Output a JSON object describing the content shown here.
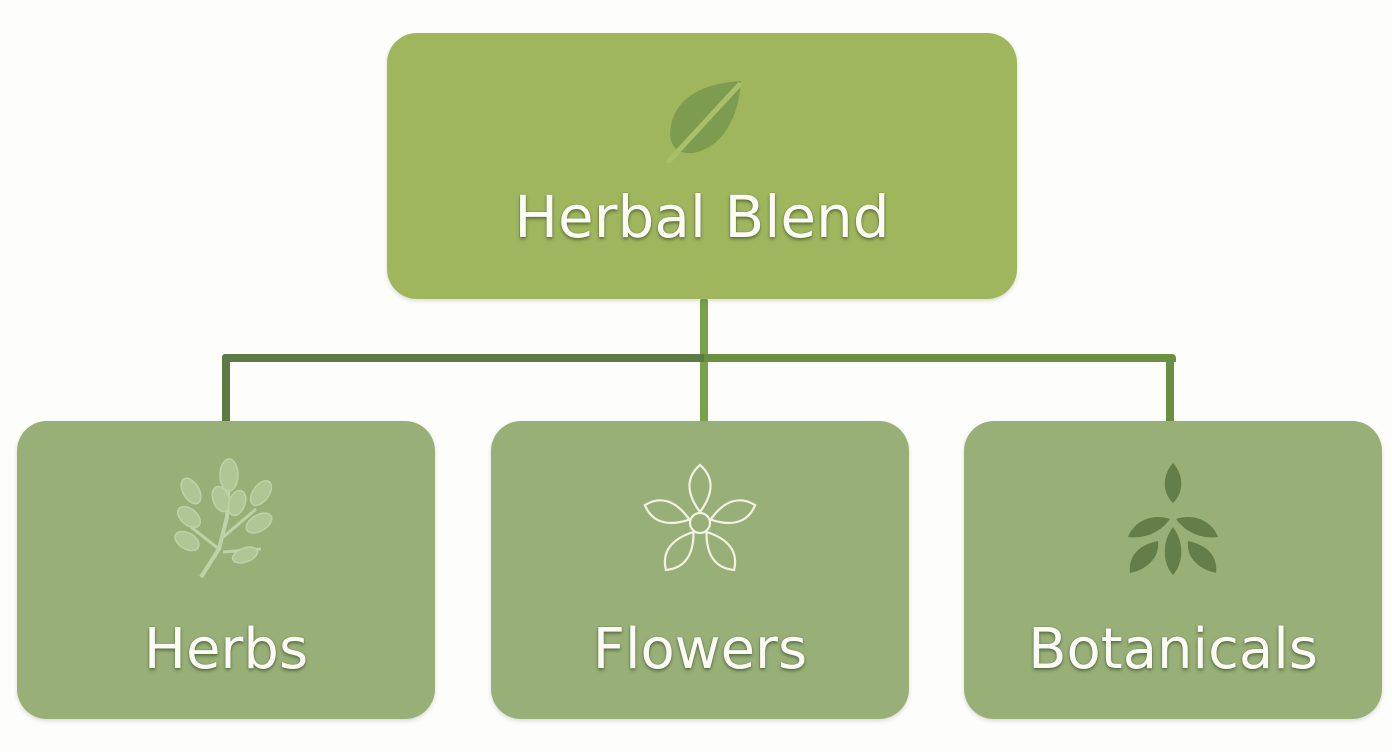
{
  "diagram": {
    "type": "hierarchy",
    "root": {
      "label": "Herbal Blend",
      "icon": "leaf-icon",
      "color": "#a0b65d"
    },
    "children": [
      {
        "label": "Herbs",
        "icon": "herb-sprig-icon",
        "color": "#98b077"
      },
      {
        "label": "Flowers",
        "icon": "flower-outline-icon",
        "color": "#98b077"
      },
      {
        "label": "Botanicals",
        "icon": "botanical-leaves-icon",
        "color": "#98b077"
      }
    ],
    "connector_colors": {
      "trunk": "#79a04a",
      "left_branch": "#5e7a44",
      "right_branch": "#6b8f40"
    },
    "text_color": "#fbfbf5",
    "background": "#fdfdfc"
  }
}
